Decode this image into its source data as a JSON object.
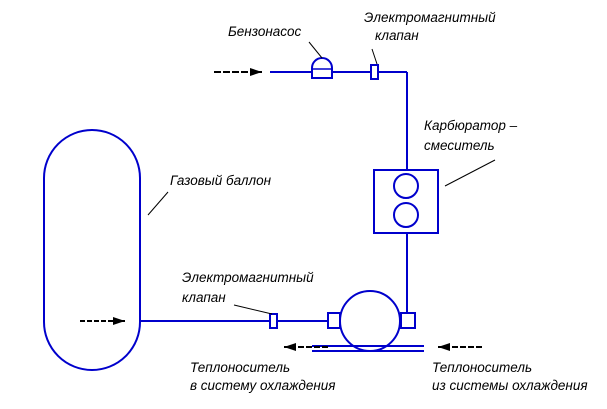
{
  "labels": {
    "fuel_pump": "Бензонасос",
    "solenoid_top_1": "Электромагнитный",
    "solenoid_top_2": "клапан",
    "carb_1": "Карбюратор –",
    "carb_2": "смеситель",
    "tank": "Газовый баллон",
    "solenoid_bottom_1": "Электромагнитный",
    "solenoid_bottom_2": "клапан",
    "coolant_out_1": "Теплоноситель",
    "coolant_out_2": "в систему охлаждения",
    "coolant_in_1": "Теплоноситель",
    "coolant_in_2": "из системы охлаждения"
  },
  "colors": {
    "pipe": "#0000cc",
    "leader": "#000000",
    "text": "#000000"
  }
}
